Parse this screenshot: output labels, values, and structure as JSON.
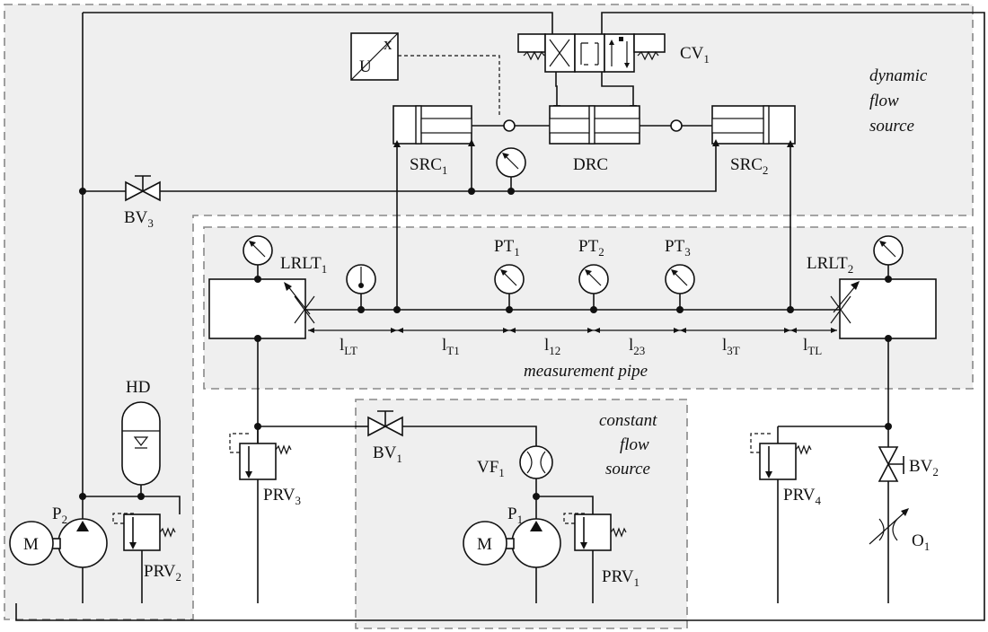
{
  "regions": {
    "dynamic": [
      "dynamic",
      "flow",
      "source"
    ],
    "constant": [
      "constant",
      "flow",
      "source"
    ],
    "measurement": "measurement pipe"
  },
  "components": {
    "CV1": [
      "CV",
      "1"
    ],
    "SRC1": [
      "SRC",
      "1"
    ],
    "SRC2": [
      "SRC",
      "2"
    ],
    "DRC": "DRC",
    "BV3": [
      "BV",
      "3"
    ],
    "BV1": [
      "BV",
      "1"
    ],
    "BV2": [
      "BV",
      "2"
    ],
    "HD": "HD",
    "P1": [
      "P",
      "1"
    ],
    "P2": [
      "P",
      "2"
    ],
    "PRV1": [
      "PRV",
      "1"
    ],
    "PRV2": [
      "PRV",
      "2"
    ],
    "PRV3": [
      "PRV",
      "3"
    ],
    "PRV4": [
      "PRV",
      "4"
    ],
    "VF1": [
      "VF",
      "1"
    ],
    "O1": [
      "O",
      "1"
    ],
    "LRLT1": [
      "LRLT",
      "1"
    ],
    "LRLT2": [
      "LRLT",
      "2"
    ],
    "PT1": [
      "PT",
      "1"
    ],
    "PT2": [
      "PT",
      "2"
    ],
    "PT3": [
      "PT",
      "3"
    ],
    "motor": "M",
    "ux_u": "U",
    "ux_x": "x"
  },
  "lengths": {
    "lLT": [
      "l",
      "LT"
    ],
    "lT1": [
      "l",
      "T1"
    ],
    "l12": [
      "l",
      "12"
    ],
    "l23": [
      "l",
      "23"
    ],
    "l3T": [
      "l",
      "3T"
    ],
    "lTL": [
      "l",
      "TL"
    ]
  }
}
